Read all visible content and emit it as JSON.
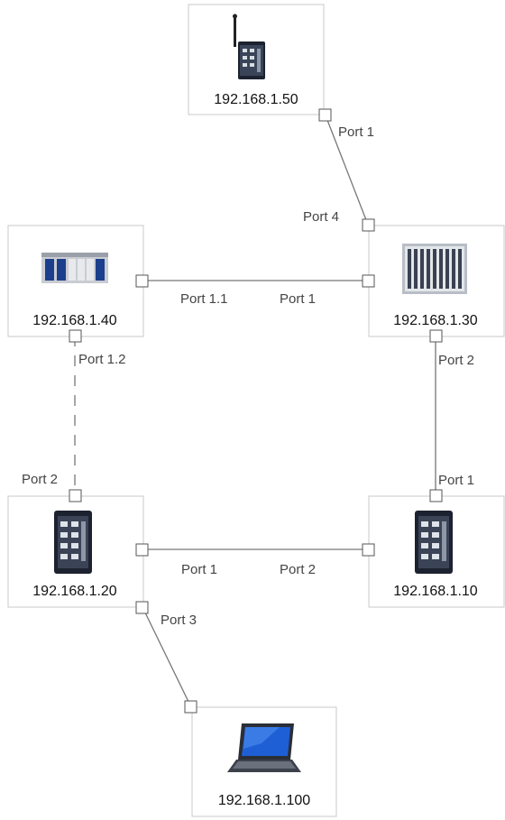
{
  "nodes": {
    "gateway": {
      "ip": "192.168.1.50",
      "icon": "wireless-router-icon"
    },
    "controller": {
      "ip": "192.168.1.40",
      "icon": "plc-rack-icon"
    },
    "core_switch": {
      "ip": "192.168.1.30",
      "icon": "modular-switch-icon"
    },
    "switch_a": {
      "ip": "192.168.1.20",
      "icon": "industrial-switch-icon"
    },
    "switch_b": {
      "ip": "192.168.1.10",
      "icon": "industrial-switch-icon"
    },
    "laptop": {
      "ip": "192.168.1.100",
      "icon": "laptop-icon"
    }
  },
  "links": [
    {
      "from": "gateway",
      "from_port": "Port 1",
      "to": "core_switch",
      "to_port": "Port 4",
      "style": "solid"
    },
    {
      "from": "controller",
      "from_port": "Port 1.1",
      "to": "core_switch",
      "to_port": "Port 1",
      "style": "solid"
    },
    {
      "from": "core_switch",
      "from_port": "Port 2",
      "to": "switch_b",
      "to_port": "Port 1",
      "style": "solid"
    },
    {
      "from": "switch_a",
      "from_port": "Port 1",
      "to": "switch_b",
      "to_port": "Port 2",
      "style": "solid"
    },
    {
      "from": "controller",
      "from_port": "Port 1.2",
      "to": "switch_a",
      "to_port": "Port 2",
      "style": "dashed"
    },
    {
      "from": "switch_a",
      "from_port": "Port 3",
      "to": "laptop",
      "to_port": "",
      "style": "solid"
    }
  ],
  "colors": {
    "link": "#777777",
    "box_border": "#c8c8c8",
    "screen": "#1e5fd6"
  }
}
